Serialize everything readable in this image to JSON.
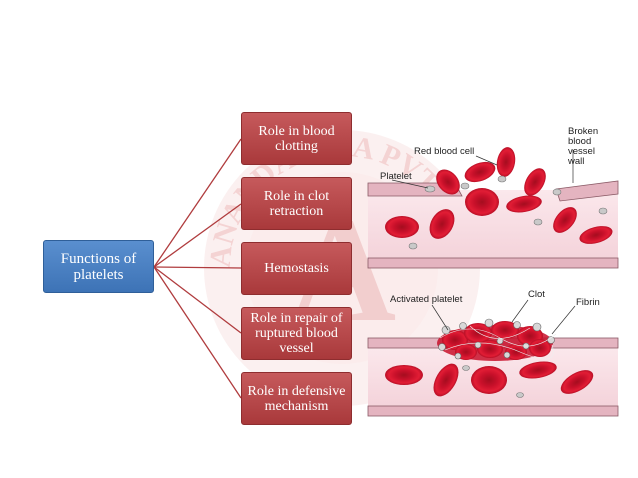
{
  "root": {
    "label": "Functions of platelets"
  },
  "branches": [
    {
      "label": "Role in blood clotting"
    },
    {
      "label": "Role in clot retraction"
    },
    {
      "label": "Hemostasis"
    },
    {
      "label": "Role in repair of ruptured blood vessel"
    },
    {
      "label": "Role in defensive mechanism"
    }
  ],
  "illustration": {
    "top": {
      "red_blood_cell": "Red blood cell",
      "platelet": "Platelet",
      "broken_wall": [
        "Broken",
        "blood",
        "vessel",
        "wall"
      ]
    },
    "bottom": {
      "activated_platelet": "Activated platelet",
      "clot": "Clot",
      "fibrin": "Fibrin"
    }
  },
  "watermark": {
    "text": "ANANDAIANA PVT. LTD.",
    "letter": "A"
  },
  "colors": {
    "root_fill": "#4a80c4",
    "branch_fill": "#b44345",
    "connector": "#b03c3e",
    "vessel_wall": "#d7a9b5",
    "blood_cell": "#d9142b"
  }
}
